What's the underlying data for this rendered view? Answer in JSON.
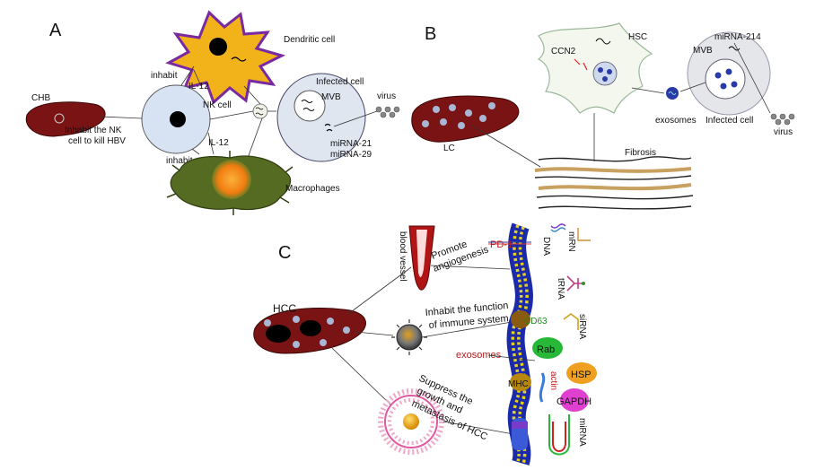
{
  "panel_a": {
    "label": "A",
    "dendritic_cell": "Dendritic cell",
    "inhabit_top": "inhabit",
    "il12_top": "IL-12",
    "nk_cell": "NK cell",
    "infected_cell": "Infected cell",
    "mvb": "MVB",
    "virus": "virus",
    "chb": "CHB",
    "inhabit_nk_line1": "Inhabit the NK",
    "inhabit_nk_line2": "cell to kill HBV",
    "il12_bottom": "IL-12",
    "inhabit_bottom": "inhabit",
    "mirna21": "miRNA-21",
    "mirna29": "miRNA-29",
    "macrophages": "Macrophages"
  },
  "panel_b": {
    "label": "B",
    "hsc": "HSC",
    "ccn2": "CCN2",
    "mirna214": "miRNA-214",
    "mvb": "MVB",
    "exosomes": "exosomes",
    "infected_cell": "Infected cell",
    "virus": "virus",
    "lc": "LC",
    "fibrosis": "Fibrosis"
  },
  "panel_c": {
    "label": "C",
    "blood_vessel": "blood vessel",
    "promote_line1": "Promote",
    "promote_line2": "angiogenesis",
    "pd1": "PD-1",
    "dna": "DNA",
    "mrna": "mRN",
    "hcc": "HCC",
    "trna": "tRNA",
    "inhabit_line1": "Inhabit the function",
    "inhabit_line2": "of immune system",
    "cd63": "CD63",
    "sirna": "siRNA",
    "rab": "Rab",
    "exosomes": "exosomes",
    "hsp": "HSP",
    "actin": "actin",
    "mhc": "MHC",
    "gapdh": "GAPDH",
    "suppress_line1": "Suppress the",
    "suppress_line2": "growth and",
    "suppress_line3": "metastasis of HCC",
    "mirna": "miRNA"
  },
  "colors": {
    "liver": "#7a1414",
    "liver_dark": "#3a0606",
    "nk_cell": "#d7e2f3",
    "dendritic": "#f2b21a",
    "dendritic_border": "#7a2aa0",
    "macrophage": "#556b22",
    "macrophage_core": "#f08a10",
    "infected_cell": "#dfe6f0",
    "membrane_blue": "#1a2aa8",
    "membrane_yellow": "#e8d020",
    "exosome_text": "#b01c1c"
  }
}
